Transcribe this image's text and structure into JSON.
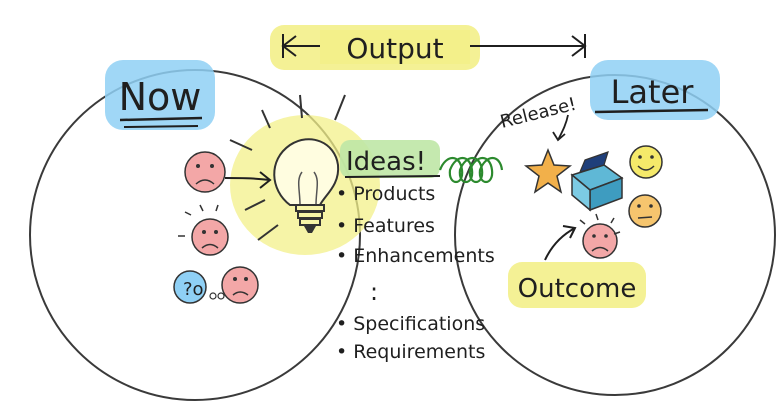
{
  "left_title": "Now",
  "right_title": "Later",
  "top_label": "Output",
  "ideas_label": "Ideas!",
  "list_items": [
    "Products",
    "Features",
    "Enhancements"
  ],
  "ellipsis": ":",
  "list_items_bottom": [
    "Specifications",
    "Requirements"
  ],
  "release_label": "Release!",
  "outcome_label": "Outcome",
  "thought_text": "?o",
  "colors": {
    "highlight_blue": "#8fd0f5",
    "highlight_yellow": "#f3f08a",
    "highlight_green": "#bfe7a6",
    "sad_face": "#f3a7a7",
    "happy_face": "#f5e96a",
    "neutral_face": "#f6c56e",
    "star": "#f2b04a",
    "box": "#5fb8d6",
    "spring": "#2c8a2e"
  }
}
